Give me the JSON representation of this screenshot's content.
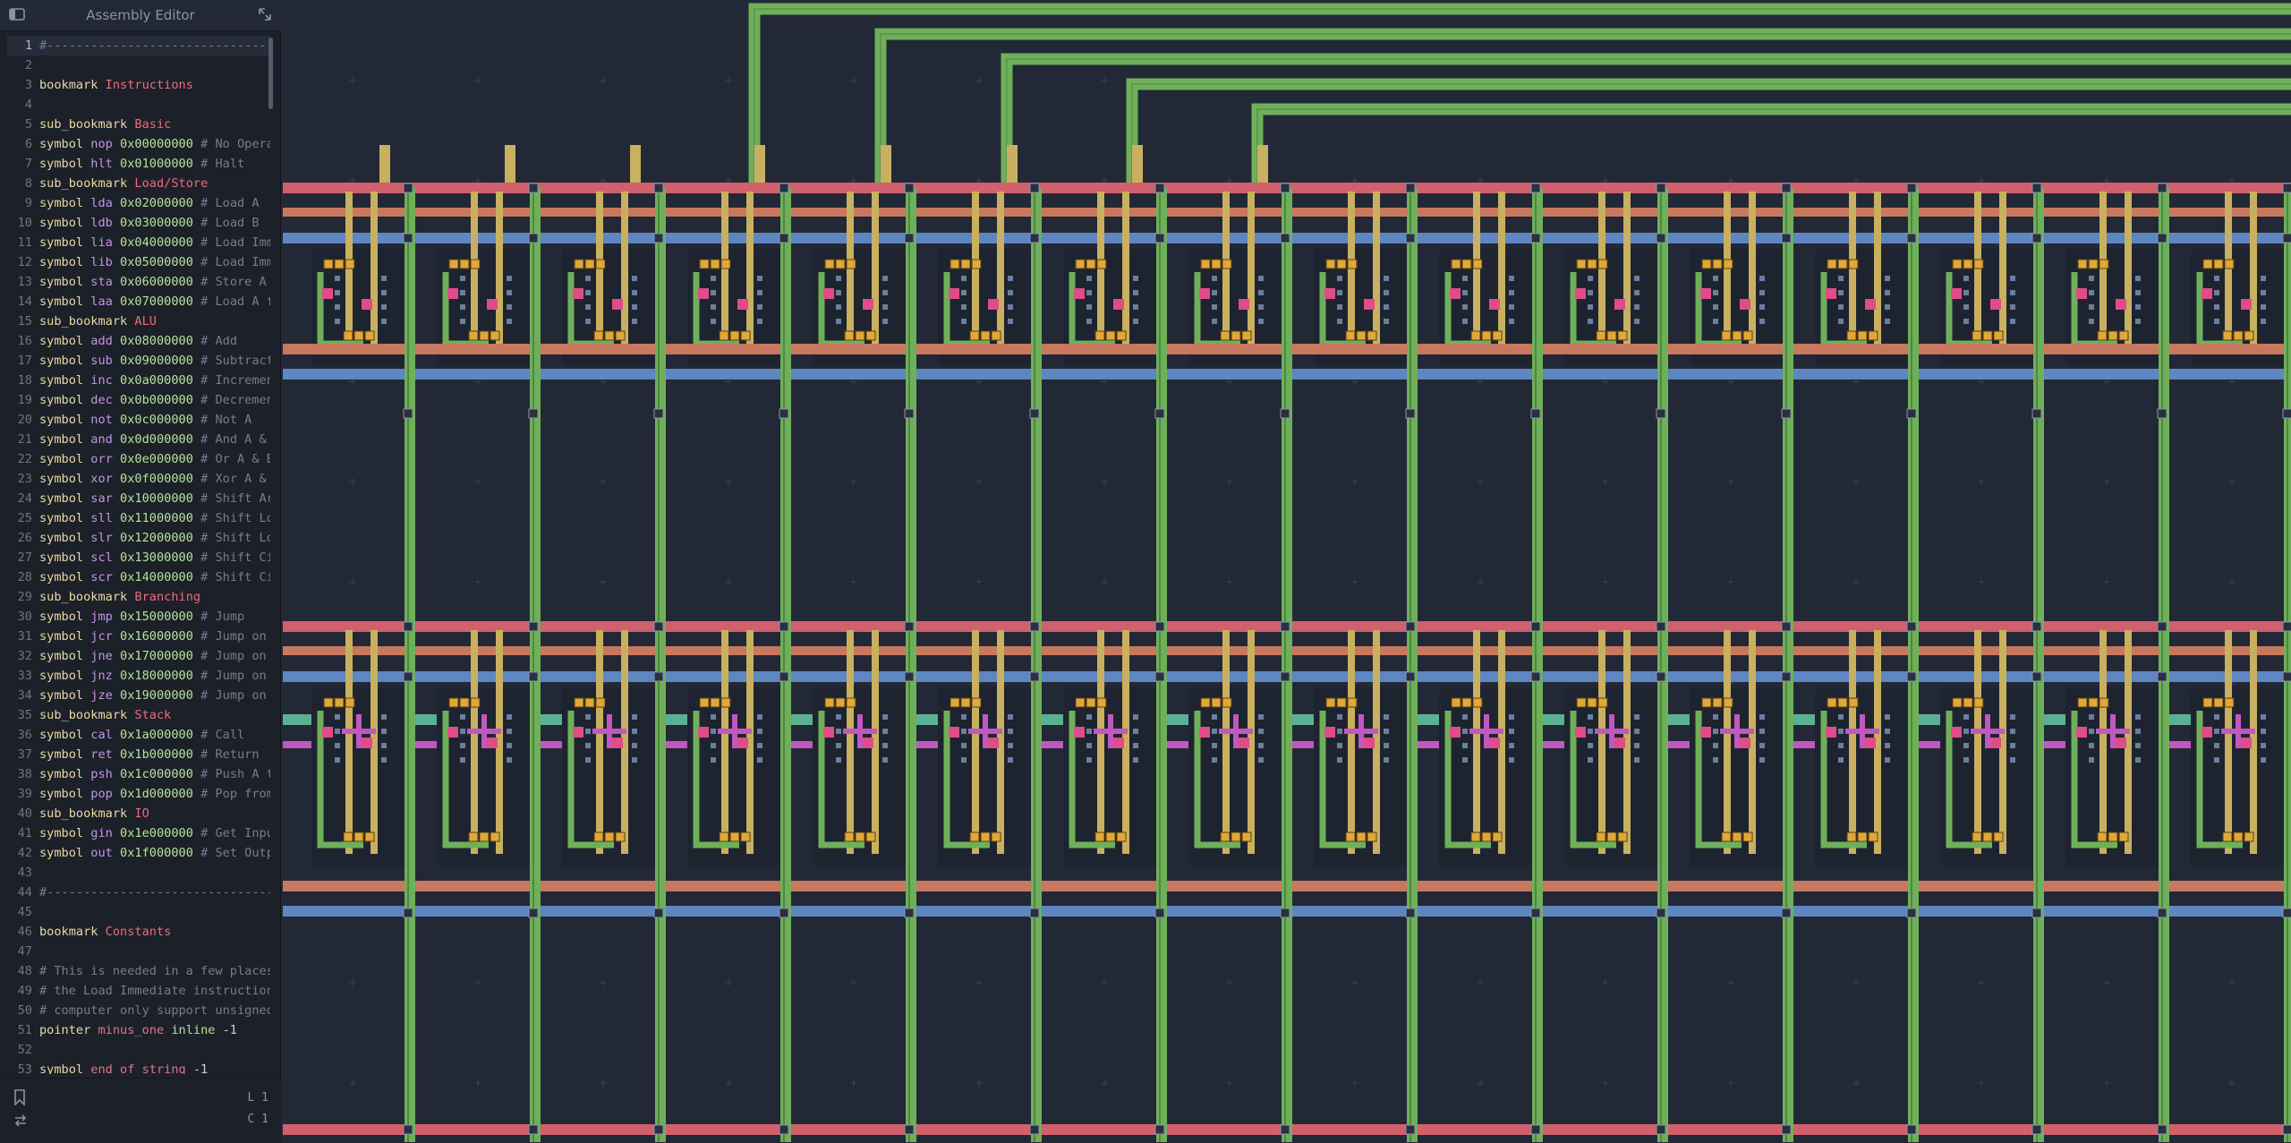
{
  "editor": {
    "title": "Assembly Editor",
    "footer": {
      "line": "L 1",
      "column": "C 1"
    },
    "lines": [
      [
        [
          "cmt",
          "#-----------------------------------------------"
        ]
      ],
      [],
      [
        [
          "kw",
          "bookmark "
        ],
        [
          "bm",
          "Instructions"
        ]
      ],
      [],
      [
        [
          "kw",
          "sub_bookmark "
        ],
        [
          "bm",
          "Basic"
        ]
      ],
      [
        [
          "kw",
          "symbol "
        ],
        [
          "op",
          "nop "
        ],
        [
          "hex",
          "0x00000000 "
        ],
        [
          "cmt",
          "# No Operation"
        ]
      ],
      [
        [
          "kw",
          "symbol "
        ],
        [
          "op",
          "hlt "
        ],
        [
          "hex",
          "0x01000000 "
        ],
        [
          "cmt",
          "# Halt"
        ]
      ],
      [
        [
          "kw",
          "sub_bookmark "
        ],
        [
          "bm",
          "Load/Store"
        ]
      ],
      [
        [
          "kw",
          "symbol "
        ],
        [
          "op",
          "lda "
        ],
        [
          "hex",
          "0x02000000 "
        ],
        [
          "cmt",
          "# Load A"
        ]
      ],
      [
        [
          "kw",
          "symbol "
        ],
        [
          "op",
          "ldb "
        ],
        [
          "hex",
          "0x03000000 "
        ],
        [
          "cmt",
          "# Load B"
        ]
      ],
      [
        [
          "kw",
          "symbol "
        ],
        [
          "op",
          "lia "
        ],
        [
          "hex",
          "0x04000000 "
        ],
        [
          "cmt",
          "# Load Immediate A"
        ]
      ],
      [
        [
          "kw",
          "symbol "
        ],
        [
          "op",
          "lib "
        ],
        [
          "hex",
          "0x05000000 "
        ],
        [
          "cmt",
          "# Load Immediate B"
        ]
      ],
      [
        [
          "kw",
          "symbol "
        ],
        [
          "op",
          "sta "
        ],
        [
          "hex",
          "0x06000000 "
        ],
        [
          "cmt",
          "# Store A"
        ]
      ],
      [
        [
          "kw",
          "symbol "
        ],
        [
          "op",
          "laa "
        ],
        [
          "hex",
          "0x07000000 "
        ],
        [
          "cmt",
          "# Load A from A"
        ]
      ],
      [
        [
          "kw",
          "sub_bookmark "
        ],
        [
          "bm",
          "ALU"
        ]
      ],
      [
        [
          "kw",
          "symbol "
        ],
        [
          "op",
          "add "
        ],
        [
          "hex",
          "0x08000000 "
        ],
        [
          "cmt",
          "# Add"
        ]
      ],
      [
        [
          "kw",
          "symbol "
        ],
        [
          "op",
          "sub "
        ],
        [
          "hex",
          "0x09000000 "
        ],
        [
          "cmt",
          "# Subtract"
        ]
      ],
      [
        [
          "kw",
          "symbol "
        ],
        [
          "op",
          "inc "
        ],
        [
          "hex",
          "0x0a000000 "
        ],
        [
          "cmt",
          "# Increment"
        ]
      ],
      [
        [
          "kw",
          "symbol "
        ],
        [
          "op",
          "dec "
        ],
        [
          "hex",
          "0x0b000000 "
        ],
        [
          "cmt",
          "# Decrement"
        ]
      ],
      [
        [
          "kw",
          "symbol "
        ],
        [
          "op",
          "not "
        ],
        [
          "hex",
          "0x0c000000 "
        ],
        [
          "cmt",
          "# Not A"
        ]
      ],
      [
        [
          "kw",
          "symbol "
        ],
        [
          "op",
          "and "
        ],
        [
          "hex",
          "0x0d000000 "
        ],
        [
          "cmt",
          "# And A & B"
        ]
      ],
      [
        [
          "kw",
          "symbol "
        ],
        [
          "op",
          "orr "
        ],
        [
          "hex",
          "0x0e000000 "
        ],
        [
          "cmt",
          "# Or A & B"
        ]
      ],
      [
        [
          "kw",
          "symbol "
        ],
        [
          "op",
          "xor "
        ],
        [
          "hex",
          "0x0f000000 "
        ],
        [
          "cmt",
          "# Xor A & B"
        ]
      ],
      [
        [
          "kw",
          "symbol "
        ],
        [
          "op",
          "sar "
        ],
        [
          "hex",
          "0x10000000 "
        ],
        [
          "cmt",
          "# Shift Arithmetic Right"
        ]
      ],
      [
        [
          "kw",
          "symbol "
        ],
        [
          "op",
          "sll "
        ],
        [
          "hex",
          "0x11000000 "
        ],
        [
          "cmt",
          "# Shift Logical Left"
        ]
      ],
      [
        [
          "kw",
          "symbol "
        ],
        [
          "op",
          "slr "
        ],
        [
          "hex",
          "0x12000000 "
        ],
        [
          "cmt",
          "# Shift Logical Right"
        ]
      ],
      [
        [
          "kw",
          "symbol "
        ],
        [
          "op",
          "scl "
        ],
        [
          "hex",
          "0x13000000 "
        ],
        [
          "cmt",
          "# Shift Circular Left"
        ]
      ],
      [
        [
          "kw",
          "symbol "
        ],
        [
          "op",
          "scr "
        ],
        [
          "hex",
          "0x14000000 "
        ],
        [
          "cmt",
          "# Shift Circular Right"
        ]
      ],
      [
        [
          "kw",
          "sub_bookmark "
        ],
        [
          "bm",
          "Branching"
        ]
      ],
      [
        [
          "kw",
          "symbol "
        ],
        [
          "op",
          "jmp "
        ],
        [
          "hex",
          "0x15000000 "
        ],
        [
          "cmt",
          "# Jump"
        ]
      ],
      [
        [
          "kw",
          "symbol "
        ],
        [
          "op",
          "jcr "
        ],
        [
          "hex",
          "0x16000000 "
        ],
        [
          "cmt",
          "# Jump on carry"
        ]
      ],
      [
        [
          "kw",
          "symbol "
        ],
        [
          "op",
          "jne "
        ],
        [
          "hex",
          "0x17000000 "
        ],
        [
          "cmt",
          "# Jump on not equal"
        ]
      ],
      [
        [
          "kw",
          "symbol "
        ],
        [
          "op",
          "jnz "
        ],
        [
          "hex",
          "0x18000000 "
        ],
        [
          "cmt",
          "# Jump on not zero"
        ]
      ],
      [
        [
          "kw",
          "symbol "
        ],
        [
          "op",
          "jze "
        ],
        [
          "hex",
          "0x19000000 "
        ],
        [
          "cmt",
          "# Jump on zero"
        ]
      ],
      [
        [
          "kw",
          "sub_bookmark "
        ],
        [
          "bm",
          "Stack"
        ]
      ],
      [
        [
          "kw",
          "symbol "
        ],
        [
          "op",
          "cal "
        ],
        [
          "hex",
          "0x1a000000 "
        ],
        [
          "cmt",
          "# Call"
        ]
      ],
      [
        [
          "kw",
          "symbol "
        ],
        [
          "op",
          "ret "
        ],
        [
          "hex",
          "0x1b000000 "
        ],
        [
          "cmt",
          "# Return"
        ]
      ],
      [
        [
          "kw",
          "symbol "
        ],
        [
          "op",
          "psh "
        ],
        [
          "hex",
          "0x1c000000 "
        ],
        [
          "cmt",
          "# Push A to stack"
        ]
      ],
      [
        [
          "kw",
          "symbol "
        ],
        [
          "op",
          "pop "
        ],
        [
          "hex",
          "0x1d000000 "
        ],
        [
          "cmt",
          "# Pop from stack"
        ]
      ],
      [
        [
          "kw",
          "sub_bookmark "
        ],
        [
          "bm",
          "IO"
        ]
      ],
      [
        [
          "kw",
          "symbol "
        ],
        [
          "op",
          "gin "
        ],
        [
          "hex",
          "0x1e000000 "
        ],
        [
          "cmt",
          "# Get Input"
        ]
      ],
      [
        [
          "kw",
          "symbol "
        ],
        [
          "op",
          "out "
        ],
        [
          "hex",
          "0x1f000000 "
        ],
        [
          "cmt",
          "# Set Output"
        ]
      ],
      [],
      [
        [
          "cmt",
          "#-----------------------------------------------"
        ]
      ],
      [],
      [
        [
          "kw",
          "bookmark "
        ],
        [
          "bm",
          "Constants"
        ]
      ],
      [],
      [
        [
          "cmt",
          "# This is needed in a few places"
        ]
      ],
      [
        [
          "cmt",
          "# the Load Immediate instruction"
        ]
      ],
      [
        [
          "cmt",
          "# computer only support unsigned"
        ]
      ],
      [
        [
          "kw",
          "pointer "
        ],
        [
          "ident",
          "minus_one "
        ],
        [
          "hex",
          "inline "
        ],
        [
          "plain",
          "-1"
        ]
      ],
      [],
      [
        [
          "kw",
          "symbol "
        ],
        [
          "ident",
          "end_of_string "
        ],
        [
          "plain",
          "-1"
        ]
      ]
    ]
  },
  "canvas": {
    "colors": {
      "background": "#232836",
      "red": "#d0606c",
      "orange": "#c8785e",
      "blue": "#5e86c0",
      "green": "#6eb05a",
      "yellow": "#c8b060",
      "teal": "#5cb092",
      "magenta": "#c058c0",
      "pink_port": "#e04c88",
      "amber_component": "#e0a838"
    }
  }
}
